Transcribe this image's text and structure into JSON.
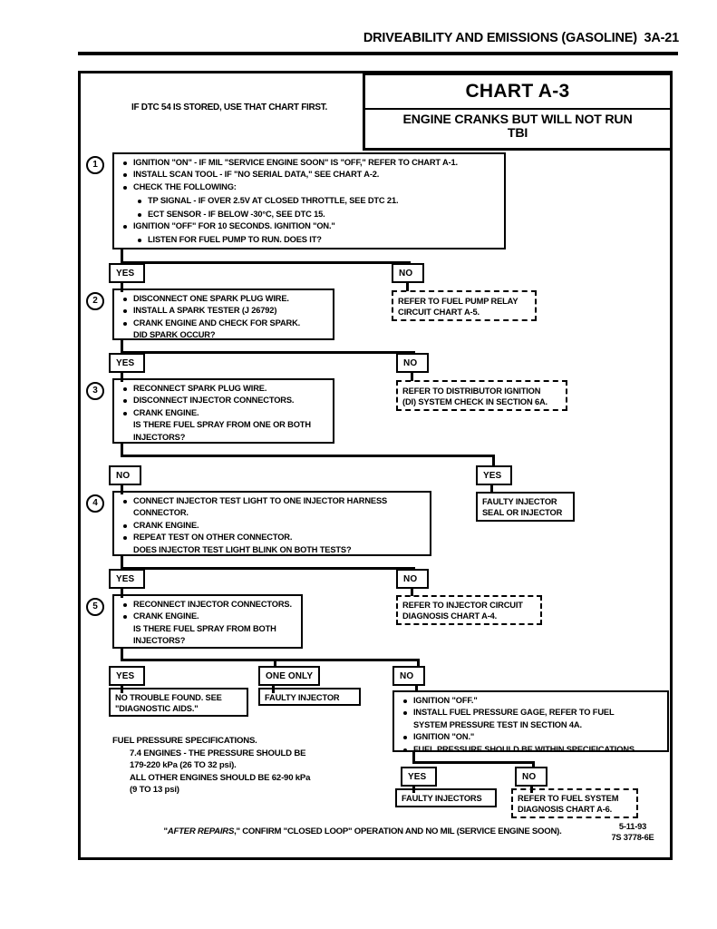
{
  "header": {
    "title": "DRIVEABILITY AND EMISSIONS (GASOLINE)",
    "page_number": "3A-21"
  },
  "title_block": {
    "chart_id": "CHART A-3",
    "subtitle_line1": "ENGINE CRANKS BUT WILL NOT RUN",
    "subtitle_line2": "TBI"
  },
  "dtc_note": "IF DTC 54 IS STORED, USE THAT CHART FIRST.",
  "steps": [
    {
      "number": "1",
      "lines": [
        {
          "text": "IGNITION \"ON\" - IF MIL \"SERVICE ENGINE SOON\" IS \"OFF,\"  REFER TO CHART A-1.",
          "style": "bullet"
        },
        {
          "text": "INSTALL SCAN TOOL - IF \"NO SERIAL DATA,\" SEE CHART A-2.",
          "style": "bullet"
        },
        {
          "text": "CHECK THE FOLLOWING:",
          "style": "bullet"
        },
        {
          "text": "TP SIGNAL - IF OVER 2.5V AT CLOSED THROTTLE,  SEE DTC 21.",
          "style": "sub-bullet"
        },
        {
          "text": "ECT SENSOR - IF BELOW -30°C, SEE DTC 15.",
          "style": "sub-bullet"
        },
        {
          "text": "IGNITION \"OFF\" FOR 10 SECONDS.  IGNITION \"ON.\"",
          "style": "bullet"
        },
        {
          "text": "LISTEN FOR FUEL PUMP TO RUN.  DOES IT?",
          "style": "sub-bullet"
        }
      ]
    },
    {
      "number": "2",
      "lines": [
        {
          "text": "DISCONNECT ONE SPARK PLUG WIRE.",
          "style": "bullet"
        },
        {
          "text": "INSTALL A SPARK TESTER (J 26792)",
          "style": "bullet"
        },
        {
          "text": "CRANK ENGINE AND CHECK FOR SPARK.",
          "style": "bullet"
        },
        {
          "text": "DID SPARK OCCUR?",
          "style": "continuation"
        }
      ]
    },
    {
      "number": "3",
      "lines": [
        {
          "text": "RECONNECT SPARK PLUG WIRE.",
          "style": "bullet"
        },
        {
          "text": "DISCONNECT INJECTOR CONNECTORS.",
          "style": "bullet"
        },
        {
          "text": "CRANK ENGINE.",
          "style": "bullet"
        },
        {
          "text": "IS THERE FUEL SPRAY FROM ONE OR BOTH",
          "style": "continuation"
        },
        {
          "text": "INJECTORS?",
          "style": "continuation"
        }
      ]
    },
    {
      "number": "4",
      "lines": [
        {
          "text": "CONNECT INJECTOR TEST LIGHT TO ONE INJECTOR HARNESS",
          "style": "bullet"
        },
        {
          "text": "CONNECTOR.",
          "style": "continuation"
        },
        {
          "text": "CRANK ENGINE.",
          "style": "bullet"
        },
        {
          "text": "REPEAT TEST ON OTHER CONNECTOR.",
          "style": "bullet"
        },
        {
          "text": "DOES INJECTOR TEST LIGHT BLINK ON BOTH TESTS?",
          "style": "continuation"
        }
      ]
    },
    {
      "number": "5",
      "lines": [
        {
          "text": "RECONNECT INJECTOR CONNECTORS.",
          "style": "bullet"
        },
        {
          "text": "CRANK ENGINE.",
          "style": "bullet"
        },
        {
          "text": "IS THERE FUEL SPRAY FROM BOTH",
          "style": "continuation"
        },
        {
          "text": "INJECTORS?",
          "style": "continuation"
        }
      ]
    }
  ],
  "decisions": {
    "d1_yes": "YES",
    "d1_no": "NO",
    "d2_yes": "YES",
    "d2_no": "NO",
    "d3_no": "NO",
    "d3_yes": "YES",
    "d4_yes": "YES",
    "d4_no": "NO",
    "d5_yes": "YES",
    "d5_one_only": "ONE ONLY",
    "d5_no": "NO",
    "d6_yes": "YES",
    "d6_no": "NO"
  },
  "results": {
    "fuel_pump_relay": {
      "line1": "REFER TO FUEL PUMP RELAY",
      "line2": "CIRCUIT CHART A-5.",
      "border": "dashed"
    },
    "distributor_ignition": {
      "line1": "REFER TO DISTRIBUTOR IGNITION",
      "line2": "(DI) SYSTEM CHECK IN SECTION 6A.",
      "border": "dashed"
    },
    "faulty_injector_seal": {
      "line1": "FAULTY INJECTOR",
      "line2": "SEAL OR INJECTOR",
      "border": "solid"
    },
    "injector_circuit": {
      "line1": "REFER TO INJECTOR CIRCUIT",
      "line2": "DIAGNOSIS CHART A-4.",
      "border": "dashed"
    },
    "no_trouble_found": {
      "line1": "NO TROUBLE FOUND.  SEE",
      "line2": "\"DIAGNOSTIC AIDS.\"",
      "border": "solid"
    },
    "faulty_injector": {
      "line1": "FAULTY INJECTOR",
      "border": "solid"
    },
    "faulty_injectors": {
      "line1": "FAULTY INJECTORS",
      "border": "solid"
    },
    "fuel_system_diagnosis": {
      "line1": "REFER TO FUEL SYSTEM",
      "line2": "DIAGNOSIS CHART A-6.",
      "border": "dashed"
    }
  },
  "fuel_pressure_test": {
    "lines": [
      {
        "text": "IGNITION \"OFF.\"",
        "style": "bullet"
      },
      {
        "text": "INSTALL FUEL PRESSURE GAGE, REFER TO FUEL",
        "style": "bullet"
      },
      {
        "text": "SYSTEM PRESSURE TEST IN SECTION 4A.",
        "style": "continuation"
      },
      {
        "text": "IGNITION \"ON.\"",
        "style": "bullet"
      },
      {
        "text": "FUEL PRESSURE SHOULD BE WITHIN SPECIFICATIONS.",
        "style": "bullet"
      }
    ]
  },
  "fuel_spec": {
    "heading": "FUEL PRESSURE SPECIFICATIONS.",
    "line1": "7.4 ENGINES - THE PRESSURE SHOULD BE",
    "line2": "179-220 kPa (26 TO 32 psi).",
    "line3": "ALL OTHER ENGINES SHOULD BE 62-90 kPa",
    "line4": "(9 TO 13 psi)"
  },
  "footer": {
    "note_prefix": "\"",
    "note_italic": "AFTER REPAIRS",
    "note_suffix": ",\" CONFIRM \"CLOSED LOOP\" OPERATION AND NO MIL (SERVICE ENGINE SOON).",
    "date_code": "5-11-93",
    "doc_code": "7S 3778-6E"
  }
}
